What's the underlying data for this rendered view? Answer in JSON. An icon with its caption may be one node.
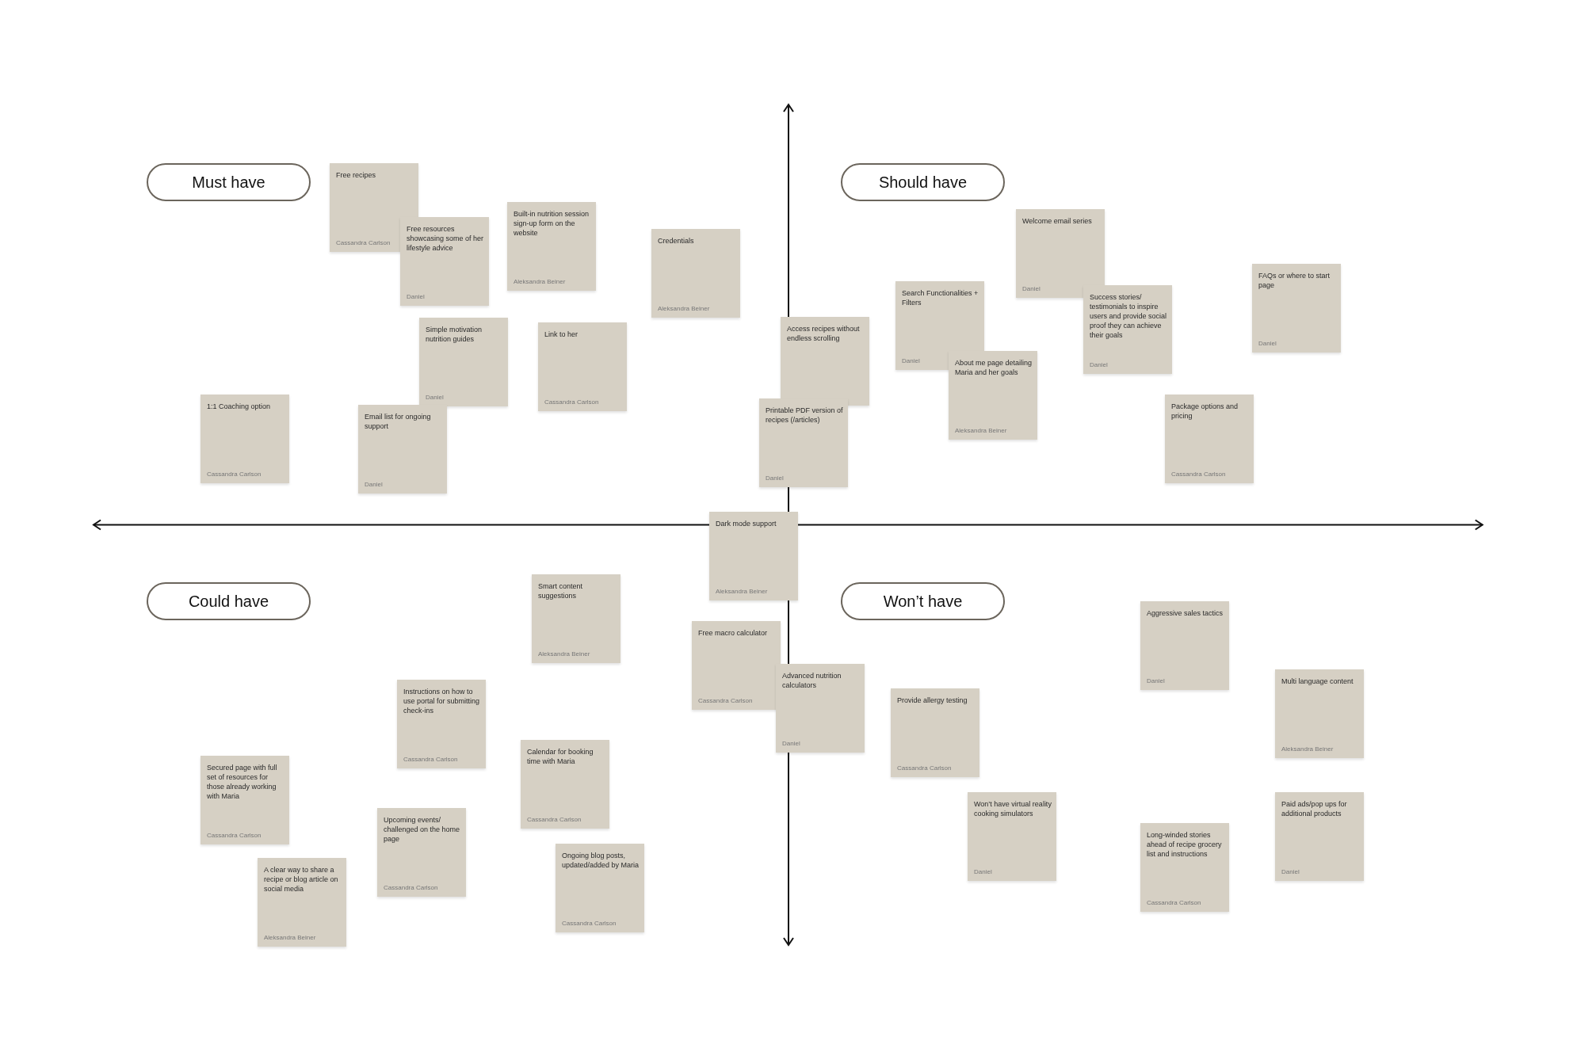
{
  "diagram": {
    "nodes": [
      {
        "text": [
          "Must have"
        ]
      },
      {
        "text": [
          "Free recipes",
          "Cassandra Carlson"
        ]
      },
      {
        "text": [
          "Free resources showcasing some of her lifestyle advice",
          "Daniel"
        ]
      },
      {
        "text": [
          "Built-in nutrition session sign-up form on the website",
          "Aleksandra Beiner"
        ]
      },
      {
        "text": [
          "Credentials",
          "Aleksandra Beiner"
        ]
      },
      {
        "text": [
          "Simple motivation nutrition guides",
          "Daniel"
        ]
      },
      {
        "text": [
          "Link to her",
          "Cassandra Carlson"
        ]
      },
      {
        "text": [
          "1:1 Coaching option",
          "Cassandra Carlson"
        ]
      },
      {
        "text": [
          "Email list for ongoing support",
          "Daniel"
        ]
      },
      {
        "text": [
          "Should have"
        ]
      },
      {
        "text": [
          "Welcome email series",
          "Daniel"
        ]
      },
      {
        "text": [
          "Search Functionalities + Filters",
          "Daniel"
        ]
      },
      {
        "text": [
          "Success stories/ testimonials to inspire users and provide social proof they can achieve their goals",
          "Daniel"
        ]
      },
      {
        "text": [
          "FAQs or where to start page",
          "Daniel"
        ]
      },
      {
        "text": [
          "Access recipes without endless scrolling"
        ]
      },
      {
        "text": [
          "Printable PDF version of recipes (/articles)",
          "Daniel"
        ]
      },
      {
        "text": [
          "About me page detailing Maria and her goals",
          "Aleksandra Beiner"
        ]
      },
      {
        "text": [
          "Package options and pricing",
          "Cassandra Carlson"
        ]
      },
      {
        "text": [
          "Dark mode support",
          "Aleksandra Beiner"
        ]
      },
      {
        "text": [
          "Could have"
        ]
      },
      {
        "text": [
          "Smart content suggestions",
          "Aleksandra Beiner"
        ]
      },
      {
        "text": [
          "Instructions on how to use portal for submitting check-ins",
          "Cassandra Carlson"
        ]
      },
      {
        "text": [
          "Calendar for booking time with Maria",
          "Cassandra Carlson"
        ]
      },
      {
        "text": [
          "Secured page with full set of resources for those already working with Maria",
          "Cassandra Carlson"
        ]
      },
      {
        "text": [
          "Upcoming events/ challenged on the home page",
          "Cassandra Carlson"
        ]
      },
      {
        "text": [
          "A clear way to share a recipe or blog article on social media",
          "Aleksandra Beiner"
        ]
      },
      {
        "text": [
          "Ongoing blog posts, updated/added by Maria",
          "Cassandra Carlson"
        ]
      },
      {
        "text": [
          "Free macro calculator",
          "Cassandra Carlson"
        ]
      },
      {
        "text": [
          "Advanced nutrition calculators",
          "Daniel"
        ]
      },
      {
        "text": [
          "Won’t have"
        ]
      },
      {
        "text": [
          "Aggressive sales tactics",
          "Daniel"
        ]
      },
      {
        "text": [
          "Multi language content",
          "Aleksandra Beiner"
        ]
      },
      {
        "text": [
          "Provide allergy testing",
          "Cassandra Carlson"
        ]
      },
      {
        "text": [
          "Won’t have virtual reality cooking simulators",
          "Daniel"
        ]
      },
      {
        "text": [
          "Long-winded stories ahead of recipe grocery list and instructions",
          "Cassandra Carlson"
        ]
      },
      {
        "text": [
          "Paid ads/pop ups for additional products",
          "Daniel"
        ]
      }
    ]
  }
}
